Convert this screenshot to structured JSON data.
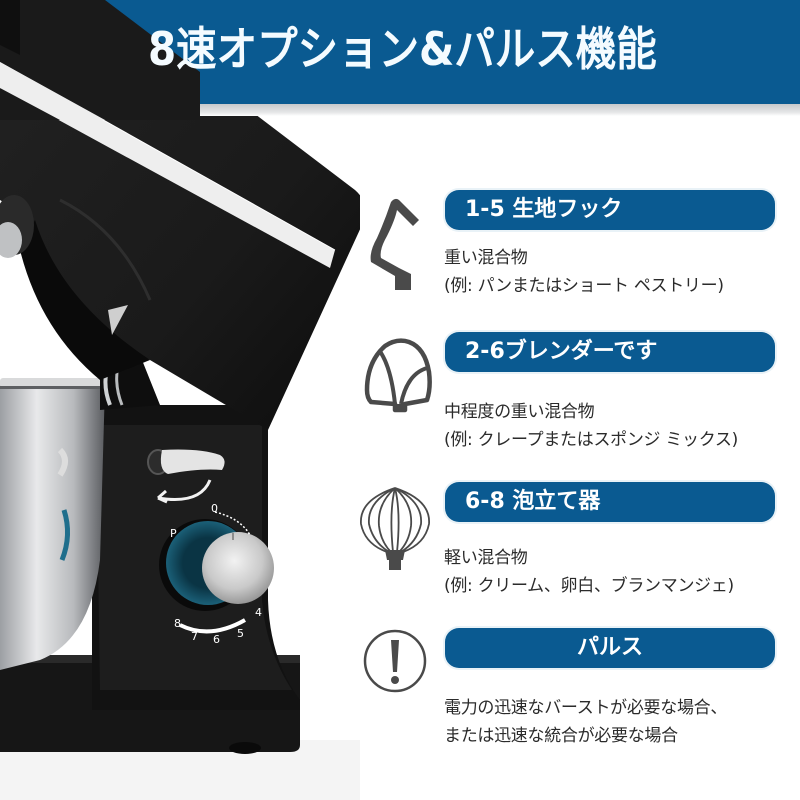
{
  "header": {
    "title": "8速オプション&パルス機能",
    "background_color": "#0a5a91",
    "text_color": "#f4fbff"
  },
  "product": {
    "name": "stand-mixer",
    "body_color": "#141414",
    "knob": {
      "labels": [
        "0",
        "P",
        "8",
        "7",
        "6",
        "5",
        "4"
      ],
      "ring_color": "#0d4a5e"
    }
  },
  "features": [
    {
      "icon": "dough-hook-icon",
      "title": "1-5 生地フック",
      "lines": [
        "重い混合物",
        "(例: パンまたはショート ペストリー)"
      ]
    },
    {
      "icon": "flat-beater-icon",
      "title": "2-6ブレンダーです",
      "lines": [
        "中程度の重い混合物",
        "(例: クレープまたはスポンジ ミックス)"
      ]
    },
    {
      "icon": "whisk-icon",
      "title": "6-8 泡立て器",
      "lines": [
        "軽い混合物",
        "(例: クリーム、卵白、ブランマンジェ)"
      ]
    },
    {
      "icon": "exclamation-icon",
      "title": "パルス",
      "lines": [
        "電力の迅速なバーストが必要な場合、",
        "または迅速な統合が必要な場合"
      ]
    }
  ],
  "colors": {
    "pill": "#0a5a91",
    "icon_gray": "#4a4a4a",
    "desc_text": "#2b2b2b"
  }
}
